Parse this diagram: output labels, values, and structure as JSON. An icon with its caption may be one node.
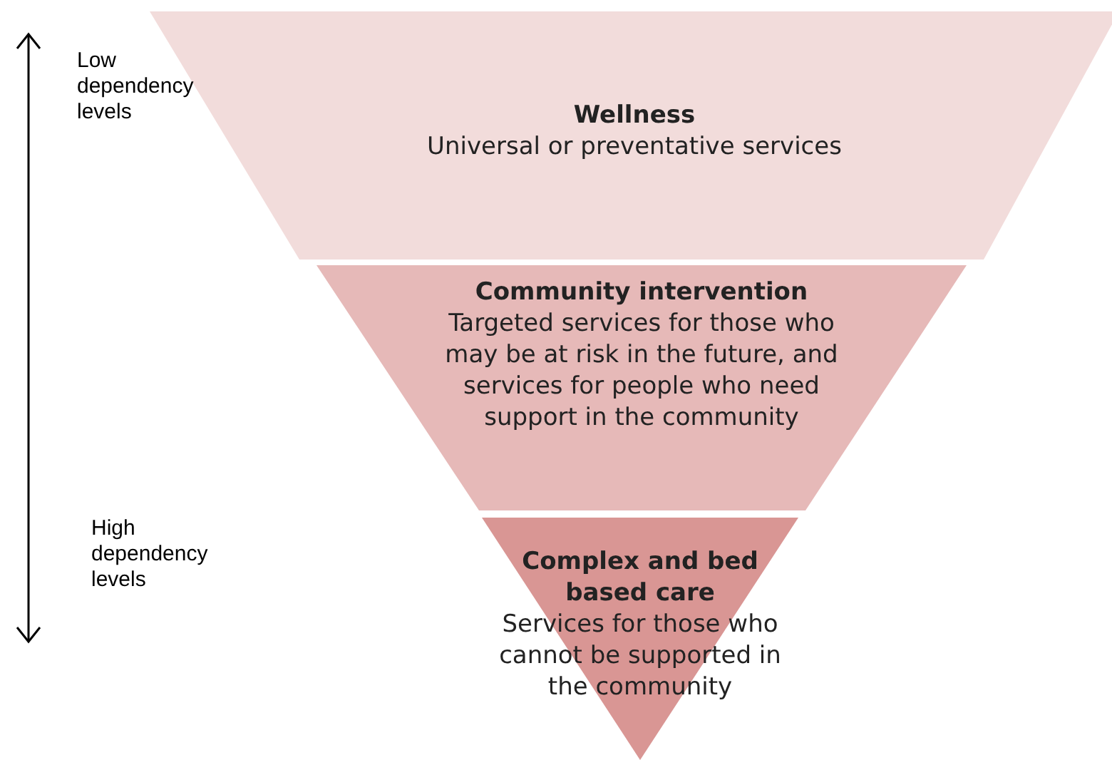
{
  "diagram": {
    "nodes": [
      {
        "text": [
          "Wellness",
          "Universal or preventative services"
        ]
      },
      {
        "text": [
          "Community intervention",
          "Targeted services for those who may be at risk in the future, and services for people who need support in the community"
        ]
      },
      {
        "text": [
          "Complex and bed based care",
          "Services for those who cannot be supported in the community"
        ]
      }
    ],
    "labels": [
      "Low dependency levels",
      "High dependency levels"
    ]
  }
}
